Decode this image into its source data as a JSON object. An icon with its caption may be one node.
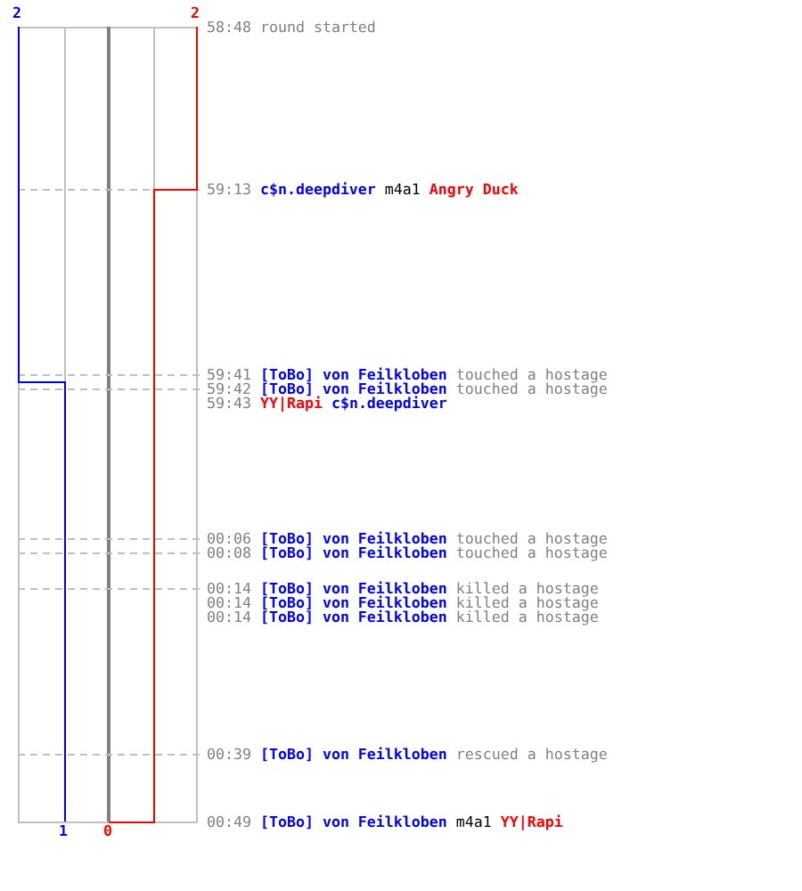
{
  "diagram": {
    "labels": [
      "2",
      "2",
      "58:48",
      "round started",
      "59:13",
      "c$n.deepdiver",
      "m4a1",
      "Angry Duck",
      "59:41",
      "[ToBo] von Feilkloben",
      "touched a hostage",
      "59:42",
      "[ToBo] von Feilkloben",
      "touched a hostage",
      "59:43",
      "YY|Rapi",
      "c$n.deepdiver",
      "00:06",
      "[ToBo] von Feilkloben",
      "touched a hostage",
      "00:08",
      "[ToBo] von Feilkloben",
      "touched a hostage",
      "00:14",
      "[ToBo] von Feilkloben",
      "killed a hostage",
      "00:14",
      "[ToBo] von Feilkloben",
      "killed a hostage",
      "00:14",
      "[ToBo] von Feilkloben",
      "killed a hostage",
      "00:39",
      "[ToBo] von Feilkloben",
      "rescued a hostage",
      "00:49",
      "[ToBo] von Feilkloben",
      "m4a1",
      "YY|Rapi",
      "1",
      "0"
    ]
  }
}
